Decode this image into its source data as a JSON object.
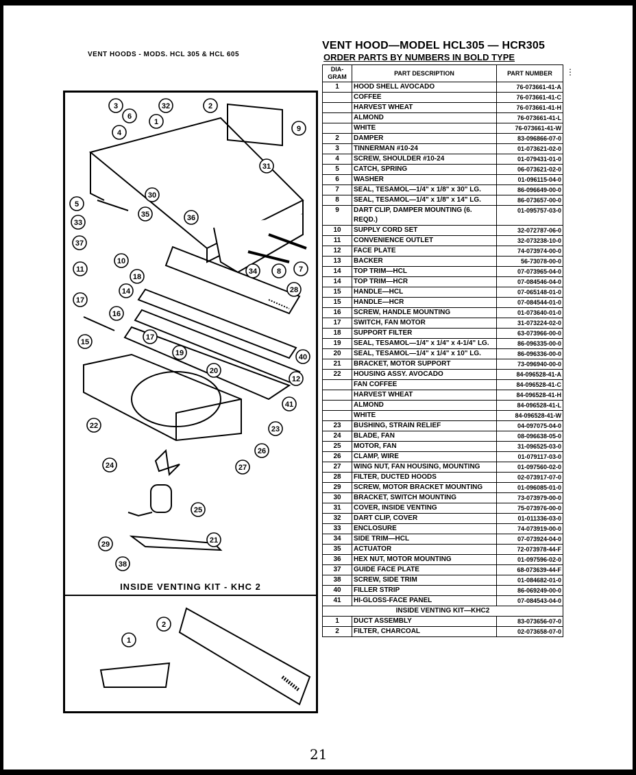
{
  "left_title": "VENT HOODS - MODS. HCL 305 & HCL 605",
  "kit_label": "INSIDE VENTING KIT - KHC 2",
  "right_title": "VENT HOOD—MODEL HCL305 — HCR305",
  "right_subtitle": "ORDER PARTS BY NUMBERS IN BOLD TYPE",
  "headers": {
    "diagram": "DIA-GRAM",
    "description": "PART DESCRIPTION",
    "part_number": "PART NUMBER"
  },
  "rows": [
    {
      "n": "1",
      "d": "HOOD SHELL   AVOCADO",
      "p": "76-073661-41-A"
    },
    {
      "n": "",
      "d": "COFFEE",
      "p": "76-073661-41-C"
    },
    {
      "n": "",
      "d": "HARVEST WHEAT",
      "p": "76-073661-41-H"
    },
    {
      "n": "",
      "d": "ALMOND",
      "p": "76-073661-41-L"
    },
    {
      "n": "",
      "d": "WHITE",
      "p": "76-073661-41-W"
    },
    {
      "n": "2",
      "d": "DAMPER",
      "p": "83-096866-07-0"
    },
    {
      "n": "3",
      "d": "TINNERMAN #10-24",
      "p": "01-073621-02-0"
    },
    {
      "n": "4",
      "d": "SCREW, SHOULDER #10-24",
      "p": "01-079431-01-0"
    },
    {
      "n": "5",
      "d": "CATCH, SPRING",
      "p": "06-073621-02-0"
    },
    {
      "n": "6",
      "d": "WASHER",
      "p": "01-096115-04-0"
    },
    {
      "n": "7",
      "d": "SEAL, TESAMOL—1/4\" x 1/8\" x 30\" LG.",
      "p": "86-096649-00-0"
    },
    {
      "n": "8",
      "d": "SEAL, TESAMOL—1/4\" x 1/8\" x 14\" LG.",
      "p": "86-073657-00-0"
    },
    {
      "n": "9",
      "d": "DART CLIP, DAMPER MOUNTING (6. REQD.)",
      "p": "01-095757-03-0"
    },
    {
      "n": "10",
      "d": "SUPPLY CORD SET",
      "p": "32-072787-06-0"
    },
    {
      "n": "11",
      "d": "CONVENIENCE OUTLET",
      "p": "32-073238-10-0"
    },
    {
      "n": "12",
      "d": "FACE PLATE",
      "p": "74-073974-00-0"
    },
    {
      "n": "13",
      "d": "BACKER",
      "p": "56-73078-00-0"
    },
    {
      "n": "14",
      "d": "TOP TRIM—HCL",
      "p": "07-073965-04-0"
    },
    {
      "n": "14",
      "d": "TOP TRIM—HCR",
      "p": "07-084546-04-0"
    },
    {
      "n": "15",
      "d": "HANDLE—HCL",
      "p": "07-065148-01-0"
    },
    {
      "n": "15",
      "d": "HANDLE—HCR",
      "p": "07-084544-01-0"
    },
    {
      "n": "16",
      "d": "SCREW, HANDLE MOUNTING",
      "p": "01-073640-01-0"
    },
    {
      "n": "17",
      "d": "SWITCH, FAN MOTOR",
      "p": "31-073224-02-0"
    },
    {
      "n": "18",
      "d": "SUPPORT FILTER",
      "p": "63-073966-00-0"
    },
    {
      "n": "19",
      "d": "SEAL, TESAMOL—1/4\" x 1/4\" x 4-1/4\" LG.",
      "p": "86-096335-00-0"
    },
    {
      "n": "20",
      "d": "SEAL, TESAMOL—1/4\" x 1/4\" x 10\" LG.",
      "p": "86-096336-00-0"
    },
    {
      "n": "21",
      "d": "BRACKET, MOTOR SUPPORT",
      "p": "73-096940-00-0"
    },
    {
      "n": "22",
      "d": "HOUSING ASSY.  AVOCADO",
      "p": "84-096528-41-A"
    },
    {
      "n": "",
      "d": "FAN   COFFEE",
      "p": "84-096528-41-C"
    },
    {
      "n": "",
      "d": "HARVEST WHEAT",
      "p": "84-096528-41-H"
    },
    {
      "n": "",
      "d": "ALMOND",
      "p": "84-096528-41-L"
    },
    {
      "n": "",
      "d": "WHITE",
      "p": "84-096528-41-W"
    },
    {
      "n": "23",
      "d": "BUSHING, STRAIN RELIEF",
      "p": "04-097075-04-0"
    },
    {
      "n": "24",
      "d": "BLADE, FAN",
      "p": "08-096638-05-0"
    },
    {
      "n": "25",
      "d": "MOTOR, FAN",
      "p": "31-096525-03-0"
    },
    {
      "n": "26",
      "d": "CLAMP, WIRE",
      "p": "01-079117-03-0"
    },
    {
      "n": "27",
      "d": "WING NUT, FAN HOUSING, MOUNTING",
      "p": "01-097560-02-0"
    },
    {
      "n": "28",
      "d": "FILTER, DUCTED HOODS",
      "p": "02-073917-07-0"
    },
    {
      "n": "29",
      "d": "SCREW, MOTOR BRACKET MOUNTING",
      "p": "01-096085-01-0"
    },
    {
      "n": "30",
      "d": "BRACKET, SWITCH MOUNTING",
      "p": "73-073979-00-0"
    },
    {
      "n": "31",
      "d": "COVER, INSIDE VENTING",
      "p": "75-073976-00-0"
    },
    {
      "n": "32",
      "d": "DART CLIP, COVER",
      "p": "01-011336-03-0"
    },
    {
      "n": "33",
      "d": "ENCLOSURE",
      "p": "74-073919-00-0"
    },
    {
      "n": "34",
      "d": "SIDE TRIM—HCL",
      "p": "07-073924-04-0"
    },
    {
      "n": "35",
      "d": "ACTUATOR",
      "p": "72-073978-44-F"
    },
    {
      "n": "36",
      "d": "HEX NUT, MOTOR MOUNTING",
      "p": "01-097596-02-0"
    },
    {
      "n": "37",
      "d": "GUIDE FACE PLATE",
      "p": "68-073639-44-F"
    },
    {
      "n": "38",
      "d": "SCREW, SIDE TRIM",
      "p": "01-084682-01-0"
    },
    {
      "n": "40",
      "d": "FILLER STRIP",
      "p": "86-069249-00-0"
    },
    {
      "n": "41",
      "d": "HI-GLOSS-FACE PANEL",
      "p": "07-084543-04-0"
    }
  ],
  "kit_title": "INSIDE VENTING KIT—KHC2",
  "kit_rows": [
    {
      "n": "1",
      "d": "DUCT ASSEMBLY",
      "p": "83-073656-07-0"
    },
    {
      "n": "2",
      "d": "FILTER, CHARCOAL",
      "p": "02-073658-07-0"
    }
  ],
  "page_number": "21"
}
